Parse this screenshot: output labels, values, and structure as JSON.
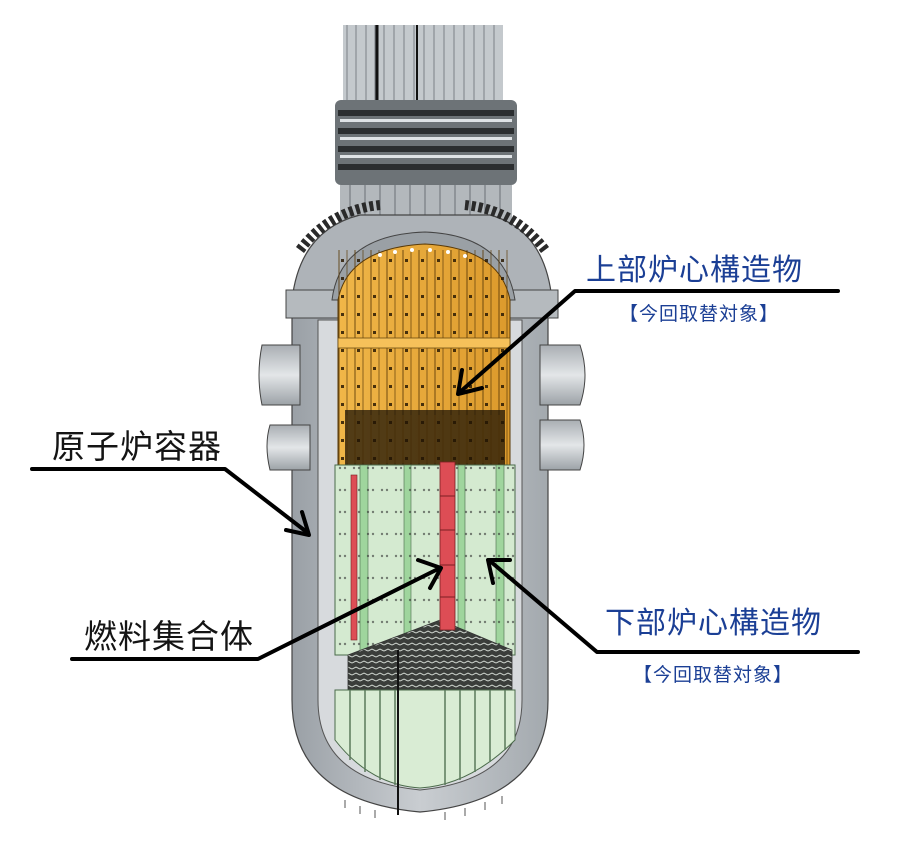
{
  "title": "Reactor vessel internals cutaway",
  "colors": {
    "vessel": "#b9bec3",
    "vessel_dark": "#8e959b",
    "upper_internals": "#e8a93a",
    "lower_internals": "#cfe8c8",
    "lower_internals_dark": "#8fcf8f",
    "fuel": "#dd4d55",
    "label_blue": "#1b3f95",
    "label_black": "#141414",
    "leader_line": "#000000"
  },
  "labels": {
    "upper_core_structure": {
      "name": "上部炉心構造物",
      "note": "【今回取替対象】"
    },
    "reactor_vessel": {
      "name": "原子炉容器"
    },
    "fuel_assembly": {
      "name": "燃料集合体"
    },
    "lower_core_structure": {
      "name": "下部炉心構造物",
      "note": "【今回取替対象】"
    }
  }
}
